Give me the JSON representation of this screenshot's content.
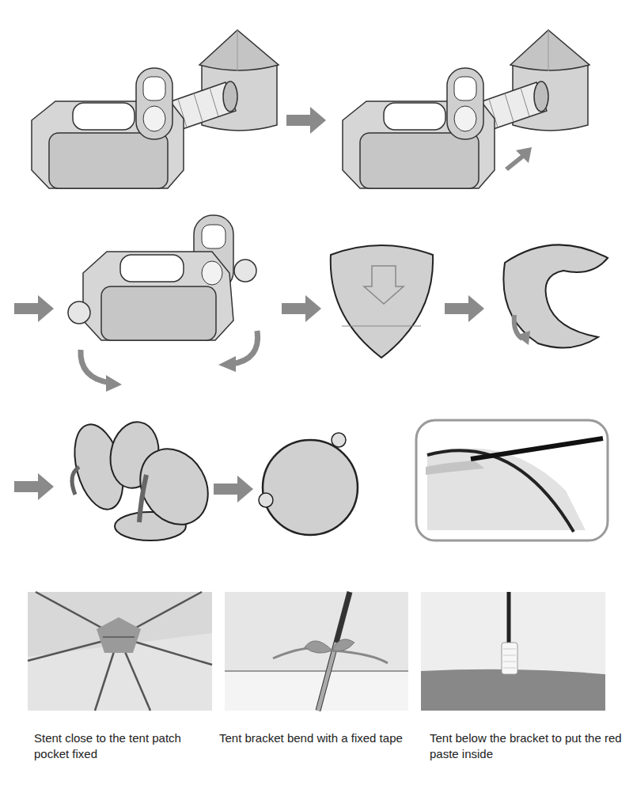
{
  "diagram": {
    "labels": [
      "Stent close to the tent patch pocket fixed",
      "Tent bracket bend with a fixed tape",
      "Tent below the bracket to put the red paste inside"
    ]
  }
}
